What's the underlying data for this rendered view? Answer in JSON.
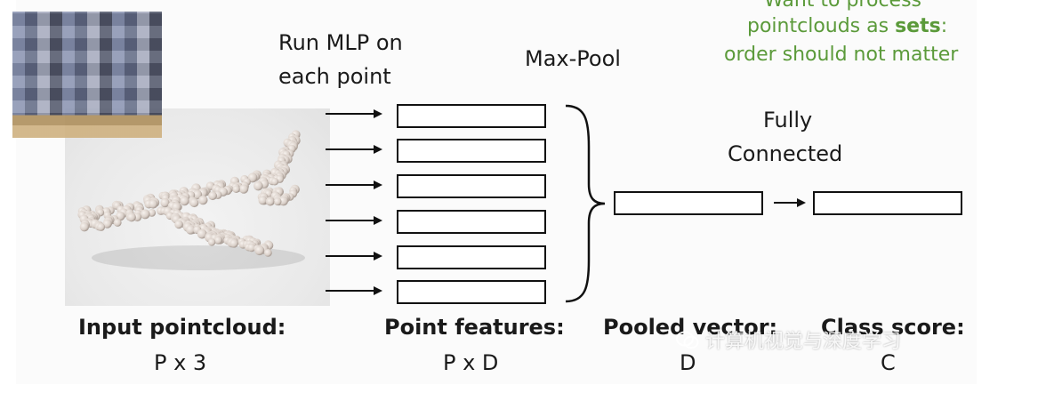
{
  "header": {
    "goal_line1": "Want to process",
    "goal_line2_prefix": "pointclouds as ",
    "goal_line2_emph": "sets",
    "goal_line2_suffix": ":",
    "goal_line3": "order should not matter"
  },
  "labels": {
    "mlp_line1": "Run MLP on",
    "mlp_line2": "each point",
    "maxpool": "Max-Pool",
    "fc_line1": "Fully",
    "fc_line2": "Connected"
  },
  "captions": {
    "input_title": "Input pointcloud:",
    "input_dim": "P x 3",
    "features_title": "Point features:",
    "features_dim": "P x D",
    "pooled_title": "Pooled vector:",
    "pooled_dim": "D",
    "class_title": "Class score:",
    "class_dim": "C"
  },
  "watermark": {
    "icon": "wechat-icon",
    "text": "计算机视觉与深度学习"
  },
  "colors": {
    "accent_green": "#5b9a3a",
    "stroke": "#111111",
    "point": "#d9cfc8"
  }
}
